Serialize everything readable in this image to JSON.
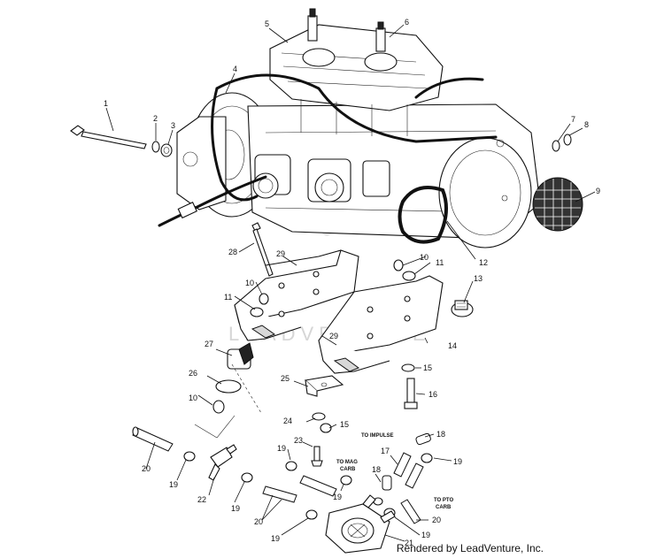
{
  "callouts": [
    {
      "id": "c1",
      "text": "1"
    },
    {
      "id": "c2",
      "text": "2"
    },
    {
      "id": "c3",
      "text": "3"
    },
    {
      "id": "c4",
      "text": "4"
    },
    {
      "id": "c5",
      "text": "5"
    },
    {
      "id": "c6",
      "text": "6"
    },
    {
      "id": "c7",
      "text": "7"
    },
    {
      "id": "c8",
      "text": "8"
    },
    {
      "id": "c9",
      "text": "9"
    },
    {
      "id": "c10a",
      "text": "10"
    },
    {
      "id": "c10b",
      "text": "10"
    },
    {
      "id": "c10c",
      "text": "10"
    },
    {
      "id": "c11a",
      "text": "11"
    },
    {
      "id": "c11b",
      "text": "11"
    },
    {
      "id": "c12",
      "text": "12"
    },
    {
      "id": "c13",
      "text": "13"
    },
    {
      "id": "c14",
      "text": "14"
    },
    {
      "id": "c15a",
      "text": "15"
    },
    {
      "id": "c15b",
      "text": "15"
    },
    {
      "id": "c16",
      "text": "16"
    },
    {
      "id": "c17",
      "text": "17"
    },
    {
      "id": "c18a",
      "text": "18"
    },
    {
      "id": "c18b",
      "text": "18"
    },
    {
      "id": "c19a",
      "text": "19"
    },
    {
      "id": "c19b",
      "text": "19"
    },
    {
      "id": "c19c",
      "text": "19"
    },
    {
      "id": "c19d",
      "text": "19"
    },
    {
      "id": "c19e",
      "text": "19"
    },
    {
      "id": "c19f",
      "text": "19"
    },
    {
      "id": "c19g",
      "text": "19"
    },
    {
      "id": "c20a",
      "text": "20"
    },
    {
      "id": "c20b",
      "text": "20"
    },
    {
      "id": "c20c",
      "text": "20"
    },
    {
      "id": "c21",
      "text": "21"
    },
    {
      "id": "c22",
      "text": "22"
    },
    {
      "id": "c23",
      "text": "23"
    },
    {
      "id": "c24",
      "text": "24"
    },
    {
      "id": "c25",
      "text": "25"
    },
    {
      "id": "c26",
      "text": "26"
    },
    {
      "id": "c27",
      "text": "27"
    },
    {
      "id": "c28",
      "text": "28"
    },
    {
      "id": "c29a",
      "text": "29"
    },
    {
      "id": "c29b",
      "text": "29"
    }
  ],
  "notes": {
    "to_impulse": "TO IMPULSE",
    "to_mag_carb_1": "TO MAG",
    "to_mag_carb_2": "CARB",
    "to_pto_carb_1": "TO PTO",
    "to_pto_carb_2": "CARB"
  },
  "watermark": "LEADVENTURE",
  "credit": "Rendered by LeadVenture, Inc."
}
